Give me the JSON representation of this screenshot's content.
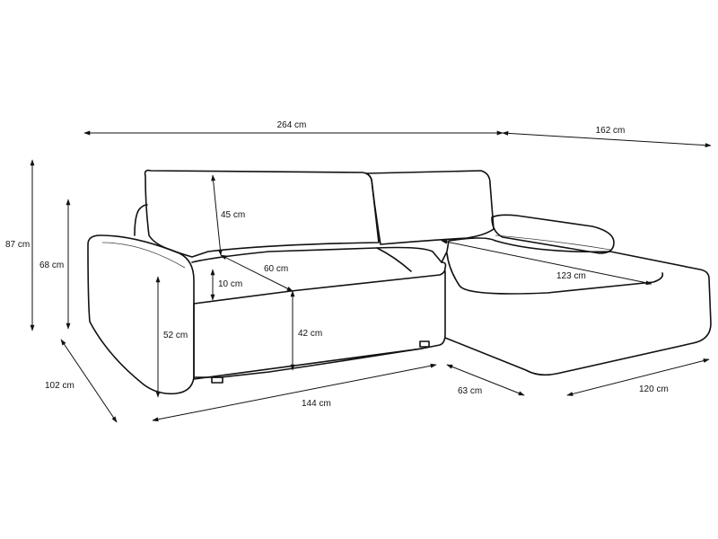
{
  "diagram": {
    "dimensions": {
      "total_width": "264 cm",
      "chaise_width": "162 cm",
      "total_height": "87 cm",
      "armrest_height": "68 cm",
      "depth": "102 cm",
      "seat_height_side": "52 cm",
      "backrest_height": "45 cm",
      "seat_depth": "60 cm",
      "cushion_thickness": "10 cm",
      "seat_height_front": "42 cm",
      "sofa_front_width": "144 cm",
      "chaise_depth_front": "63 cm",
      "chaise_length": "123 cm",
      "chaise_front_width": "120 cm"
    },
    "colors": {
      "line": "#111111",
      "background": "#ffffff"
    }
  }
}
